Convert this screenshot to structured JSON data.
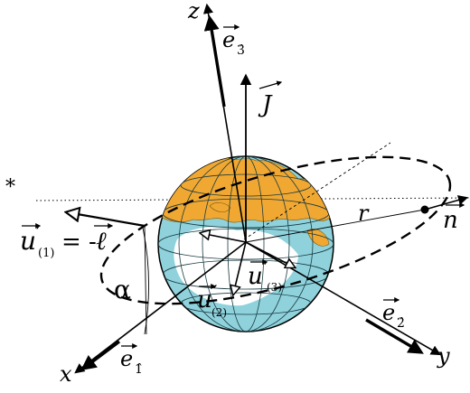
{
  "labels": {
    "z": "z",
    "y": "y",
    "x": "x",
    "e3": "e",
    "e3_sub": "3̂",
    "e2": "e",
    "e2_sub": "2̂",
    "e1": "e",
    "e1_sub": "1̂",
    "J": "J",
    "n": "n",
    "r": "r",
    "alpha": "α",
    "star": "*",
    "u1": "u",
    "u1_prime": "′",
    "u1_sub": "(1)",
    "u1_rhs": "= -",
    "ell": "ℓ",
    "u2": "u",
    "u2_prime": "′",
    "u2_sub": "(2)",
    "u3": "u",
    "u3_prime": "′",
    "u3_sub": "(3)"
  },
  "colors": {
    "ocean": "#8fd2dc",
    "land": "#f0a832",
    "ice": "#ffffff",
    "lines": "#000000"
  }
}
